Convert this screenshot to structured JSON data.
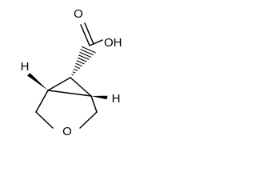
{
  "molecule": {
    "atoms": {
      "carboxyl_oxygen": "O",
      "hydroxyl": "OH",
      "ring_oxygen": "O",
      "left_hydrogen": "H",
      "right_hydrogen": "H"
    },
    "colors": {
      "ink": "#000000",
      "background": "#ffffff"
    }
  }
}
